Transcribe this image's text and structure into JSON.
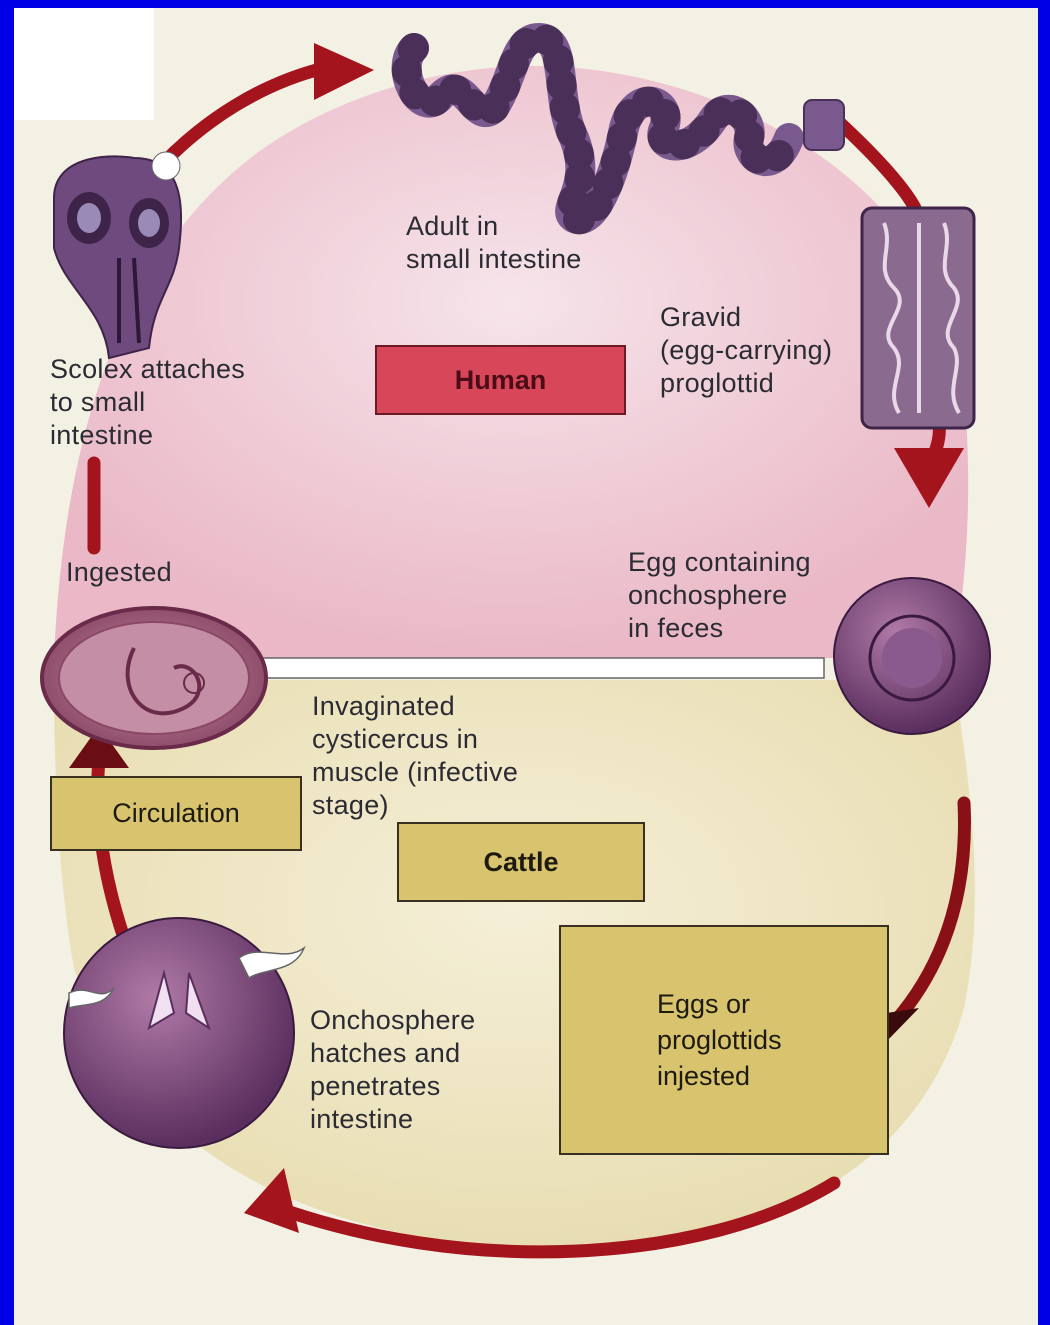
{
  "diagram": {
    "hosts": {
      "human": "Human",
      "cattle": "Cattle"
    },
    "stages": {
      "adult": "Adult in\nsmall intestine",
      "gravid": "Gravid\n(egg-carrying)\nproglottid",
      "egg": "Egg containing\nonchosphere\nin feces",
      "eggs_ingested": "Eggs or\nproglottids\ninjested",
      "onchosphere": "Onchosphere\nhatches and\npenetrates\nintestine",
      "circulation": "Circulation",
      "cysticercus": "Invaginated\ncysticercus in\nmuscle (infective\nstage)",
      "ingested": "Ingested",
      "scolex": "Scolex attaches\nto small\nintestine"
    },
    "colors": {
      "border": "#0000e6",
      "human_zone": "#f0cdd6",
      "cattle_zone": "#efe7c6",
      "arrow": "#a3141c",
      "organism": "#7a5a8e",
      "box_gold": "#d8c46e",
      "box_red": "#d8465a"
    }
  }
}
